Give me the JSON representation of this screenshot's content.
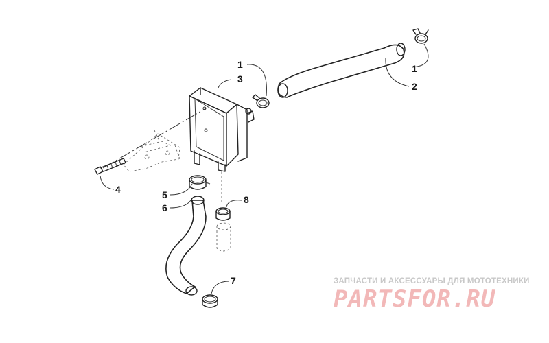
{
  "callouts": {
    "c1a": "1",
    "c1b": "1",
    "c2": "2",
    "c3": "3",
    "c4": "4",
    "c5": "5",
    "c6": "6",
    "c7": "7",
    "c8": "8"
  },
  "watermark": {
    "tagline": "ЗАПЧАСТИ И АКСЕССУАРЫ ДЛЯ МОТОТЕХНИКИ",
    "logo": "PARTSFOR.RU"
  }
}
